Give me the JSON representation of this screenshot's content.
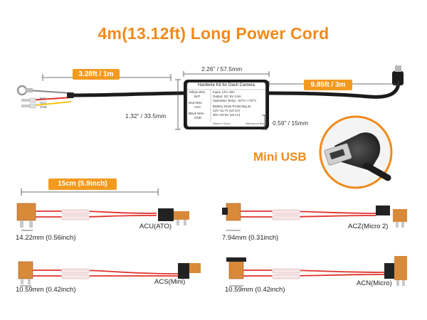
{
  "title": "4m(13.12ft) Long Power Cord",
  "cord": {
    "left_length": "3.28ft / 1m",
    "right_length": "9.85ft / 3m",
    "box_width": "2.26” / 57.5mm",
    "box_height": "1.32” / 33.5mm",
    "box_depth": "0.59” / 15mm",
    "wire_tags": [
      "BAT",
      "ACC",
      "GND"
    ]
  },
  "box": {
    "title": "Hardwire Kit for Dash Camera",
    "legend": [
      {
        "name": "Yellow Wire",
        "value": "BAT"
      },
      {
        "name": "Red Wire",
        "value": "ACC"
      },
      {
        "name": "Black Wire",
        "value": "GND"
      }
    ],
    "specs": [
      "Input: 12V~30V",
      "Output: DC 5V 2.5A",
      "Operation Temp: -20°C~+70°C",
      "Battery Drain Protecting at:",
      "12V~11.7V (±0.1V)",
      "30V~23.5V (±0.1V)"
    ],
    "footer_left": "Made in China",
    "footer_right": "Waterproof Board"
  },
  "mini_usb_label": "Mini USB",
  "fuse_cable_length": "15cm (5.9inch)",
  "fuses": [
    {
      "model": "ACU(ATO)",
      "size": "14.22mm (0.56inch)"
    },
    {
      "model": "ACZ(Micro 2)",
      "size": "7.94mm (0.31inch)"
    },
    {
      "model": "ACS(Mini)",
      "size": "10.59mm (0.42inch)"
    },
    {
      "model": "ACN(Micro)",
      "size": "10.59mm (0.42inch)"
    }
  ],
  "colors": {
    "accent": "#f08a1c",
    "badge": "#f39a1e",
    "red_wire": "#e0322b",
    "yellow_wire": "#f0c419",
    "cable": "#1c1c1c"
  }
}
